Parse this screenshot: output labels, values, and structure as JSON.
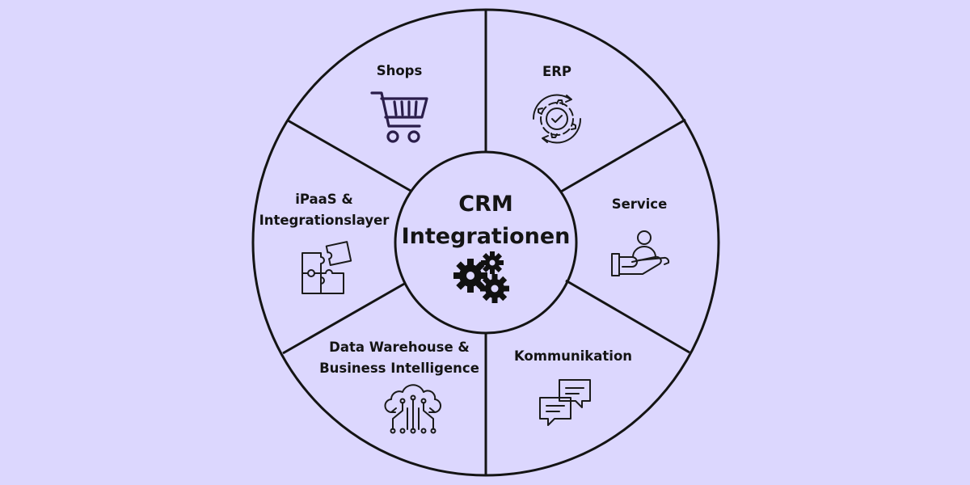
{
  "diagram": {
    "center": {
      "lines": [
        "CRM",
        "Integrationen"
      ],
      "icon": "gears-icon"
    },
    "segments": [
      {
        "id": "shops",
        "lines": [
          "Shops"
        ],
        "icon": "shopping-cart-icon"
      },
      {
        "id": "erp",
        "lines": [
          "ERP"
        ],
        "icon": "gear-check-cycle-icon"
      },
      {
        "id": "service",
        "lines": [
          "Service"
        ],
        "icon": "hand-user-icon"
      },
      {
        "id": "kommunikation",
        "lines": [
          "Kommunikation"
        ],
        "icon": "chat-bubbles-icon"
      },
      {
        "id": "data-warehouse",
        "lines": [
          "Data Warehouse &",
          "Business Intelligence"
        ],
        "icon": "cloud-network-icon"
      },
      {
        "id": "ipaas",
        "lines": [
          "iPaaS &",
          "Integrationslayer"
        ],
        "icon": "puzzle-icon"
      }
    ]
  },
  "colors": {
    "background": "#dcd7fe",
    "stroke": "#141414",
    "text": "#141414"
  }
}
